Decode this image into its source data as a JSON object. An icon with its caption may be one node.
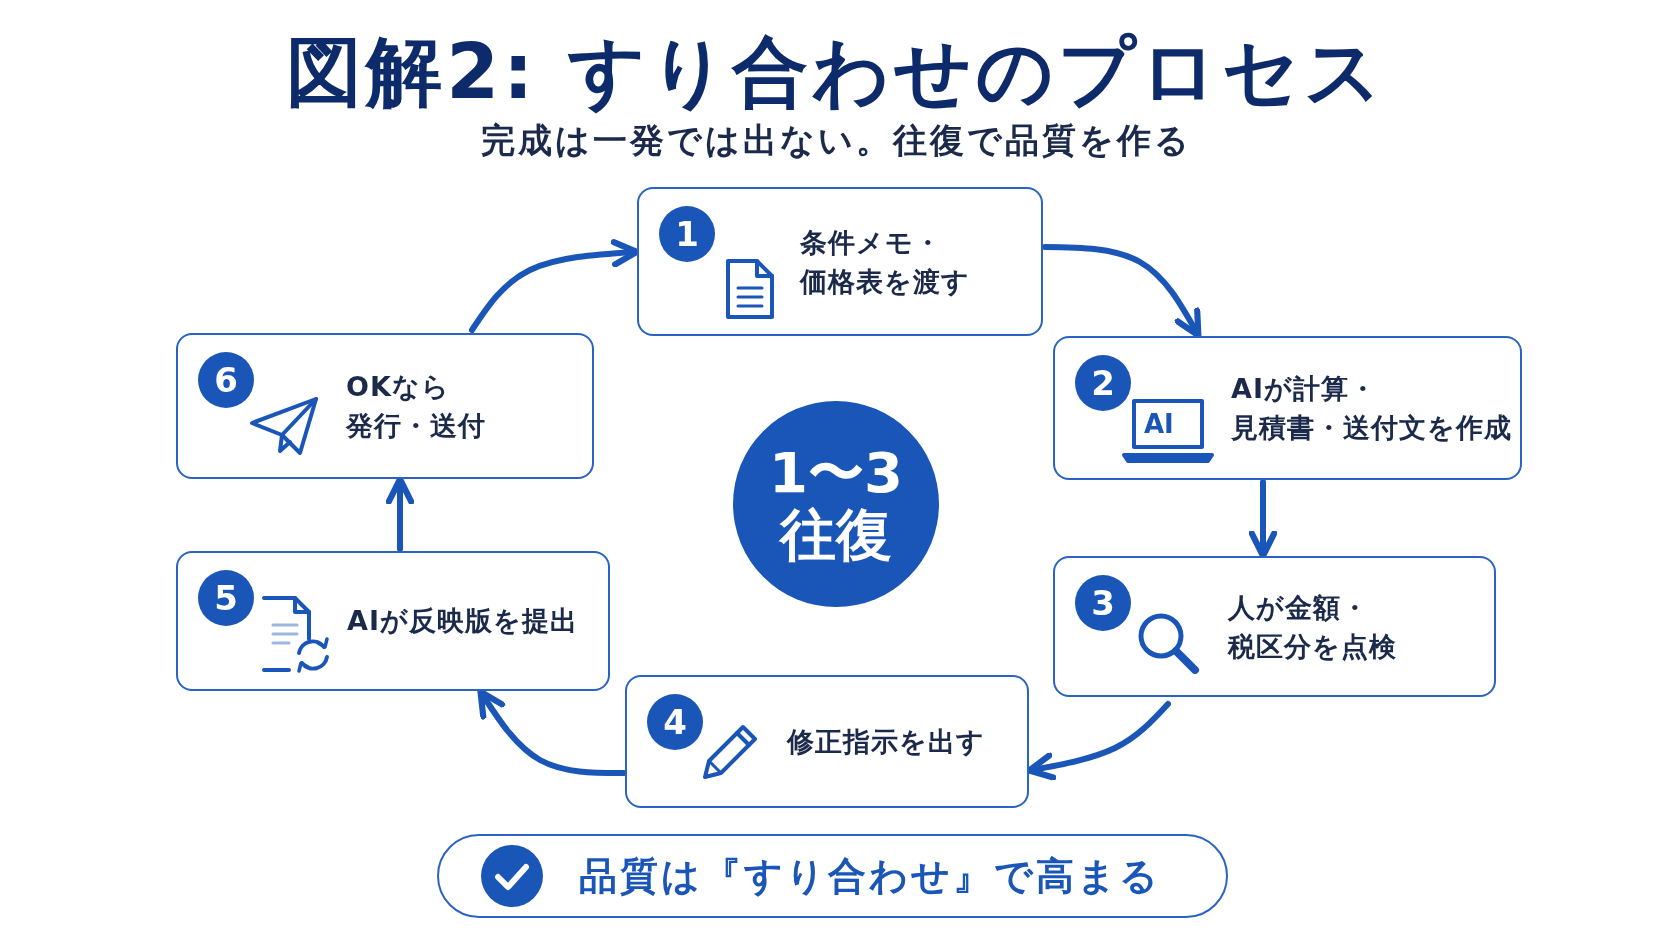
{
  "diagram": {
    "title": "図解2: すり合わせのプロセス",
    "caption": "完成は一発では出ない。往復で品質を作る",
    "nodes": [
      {
        "text": [
          "1",
          "条件メモ・価格表を渡す"
        ]
      },
      {
        "text": [
          "2",
          "AI",
          "AIが計算・見積書・送付文を作成"
        ]
      },
      {
        "text": [
          "3",
          "人が金額・税区分を点検"
        ]
      },
      {
        "text": [
          "4",
          "修正指示を出す"
        ]
      },
      {
        "text": [
          "5",
          "AIが反映版を提出"
        ]
      },
      {
        "text": [
          "6",
          "OKなら発行・送付"
        ]
      },
      {
        "text": [
          "1〜3 往復"
        ]
      },
      {
        "text": [
          "品質は『すり合わせ』で高まる"
        ]
      }
    ],
    "edges": [
      {
        "from": 0,
        "to": 1,
        "arrow": "to"
      },
      {
        "from": 1,
        "to": 2,
        "arrow": "to"
      },
      {
        "from": 2,
        "to": 3,
        "arrow": "to"
      },
      {
        "from": 3,
        "to": 4,
        "arrow": "to"
      },
      {
        "from": 4,
        "to": 5,
        "arrow": "to"
      },
      {
        "from": 5,
        "to": 0,
        "arrow": "to"
      }
    ]
  }
}
